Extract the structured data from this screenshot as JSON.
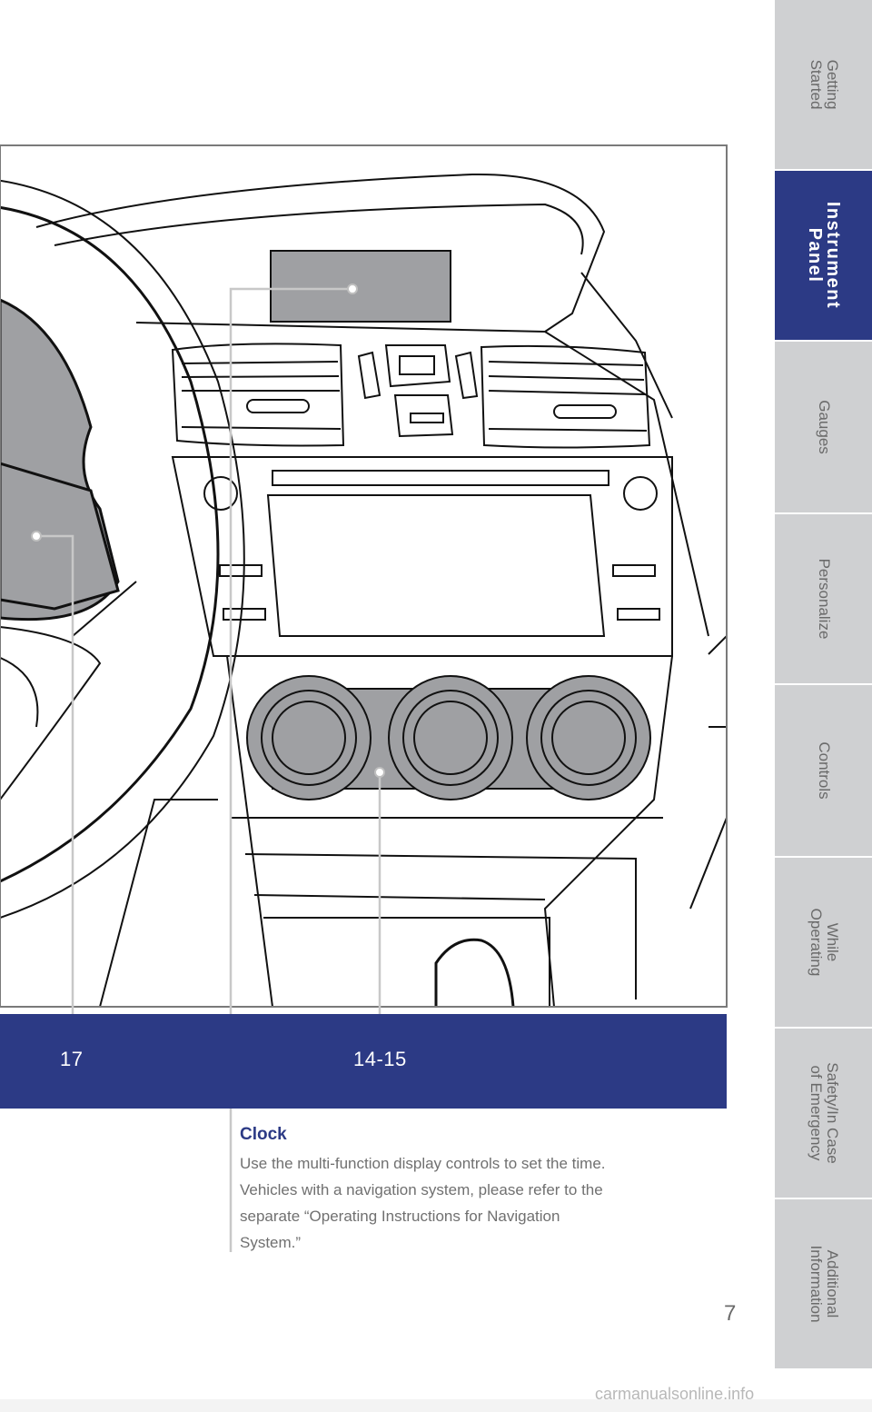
{
  "sidebar": {
    "tabs": [
      {
        "label": "Getting\nStarted",
        "active": false
      },
      {
        "label": "Instrument\nPanel",
        "active": true
      },
      {
        "label": "Gauges",
        "active": false
      },
      {
        "label": "Personalize",
        "active": false
      },
      {
        "label": "Controls",
        "active": false
      },
      {
        "label": "While\nOperating",
        "active": false
      },
      {
        "label": "Safety/In Case\nof Emergency",
        "active": false
      },
      {
        "label": "Additional\nInformation",
        "active": false
      }
    ]
  },
  "page_refs": {
    "left": "17",
    "center": "14-15"
  },
  "callout": {
    "title": "Clock",
    "body": "Use the multi-function display controls to set the time. Vehicles with a navigation system, please refer to the separate “Operating Instructions for Navigation System.”"
  },
  "page_number": "7",
  "footer": "carmanualsonline.info",
  "colors": {
    "brand_blue": "#2c3a85",
    "tab_gray": "#cfd0d2",
    "part_gray": "#9fa0a3"
  }
}
